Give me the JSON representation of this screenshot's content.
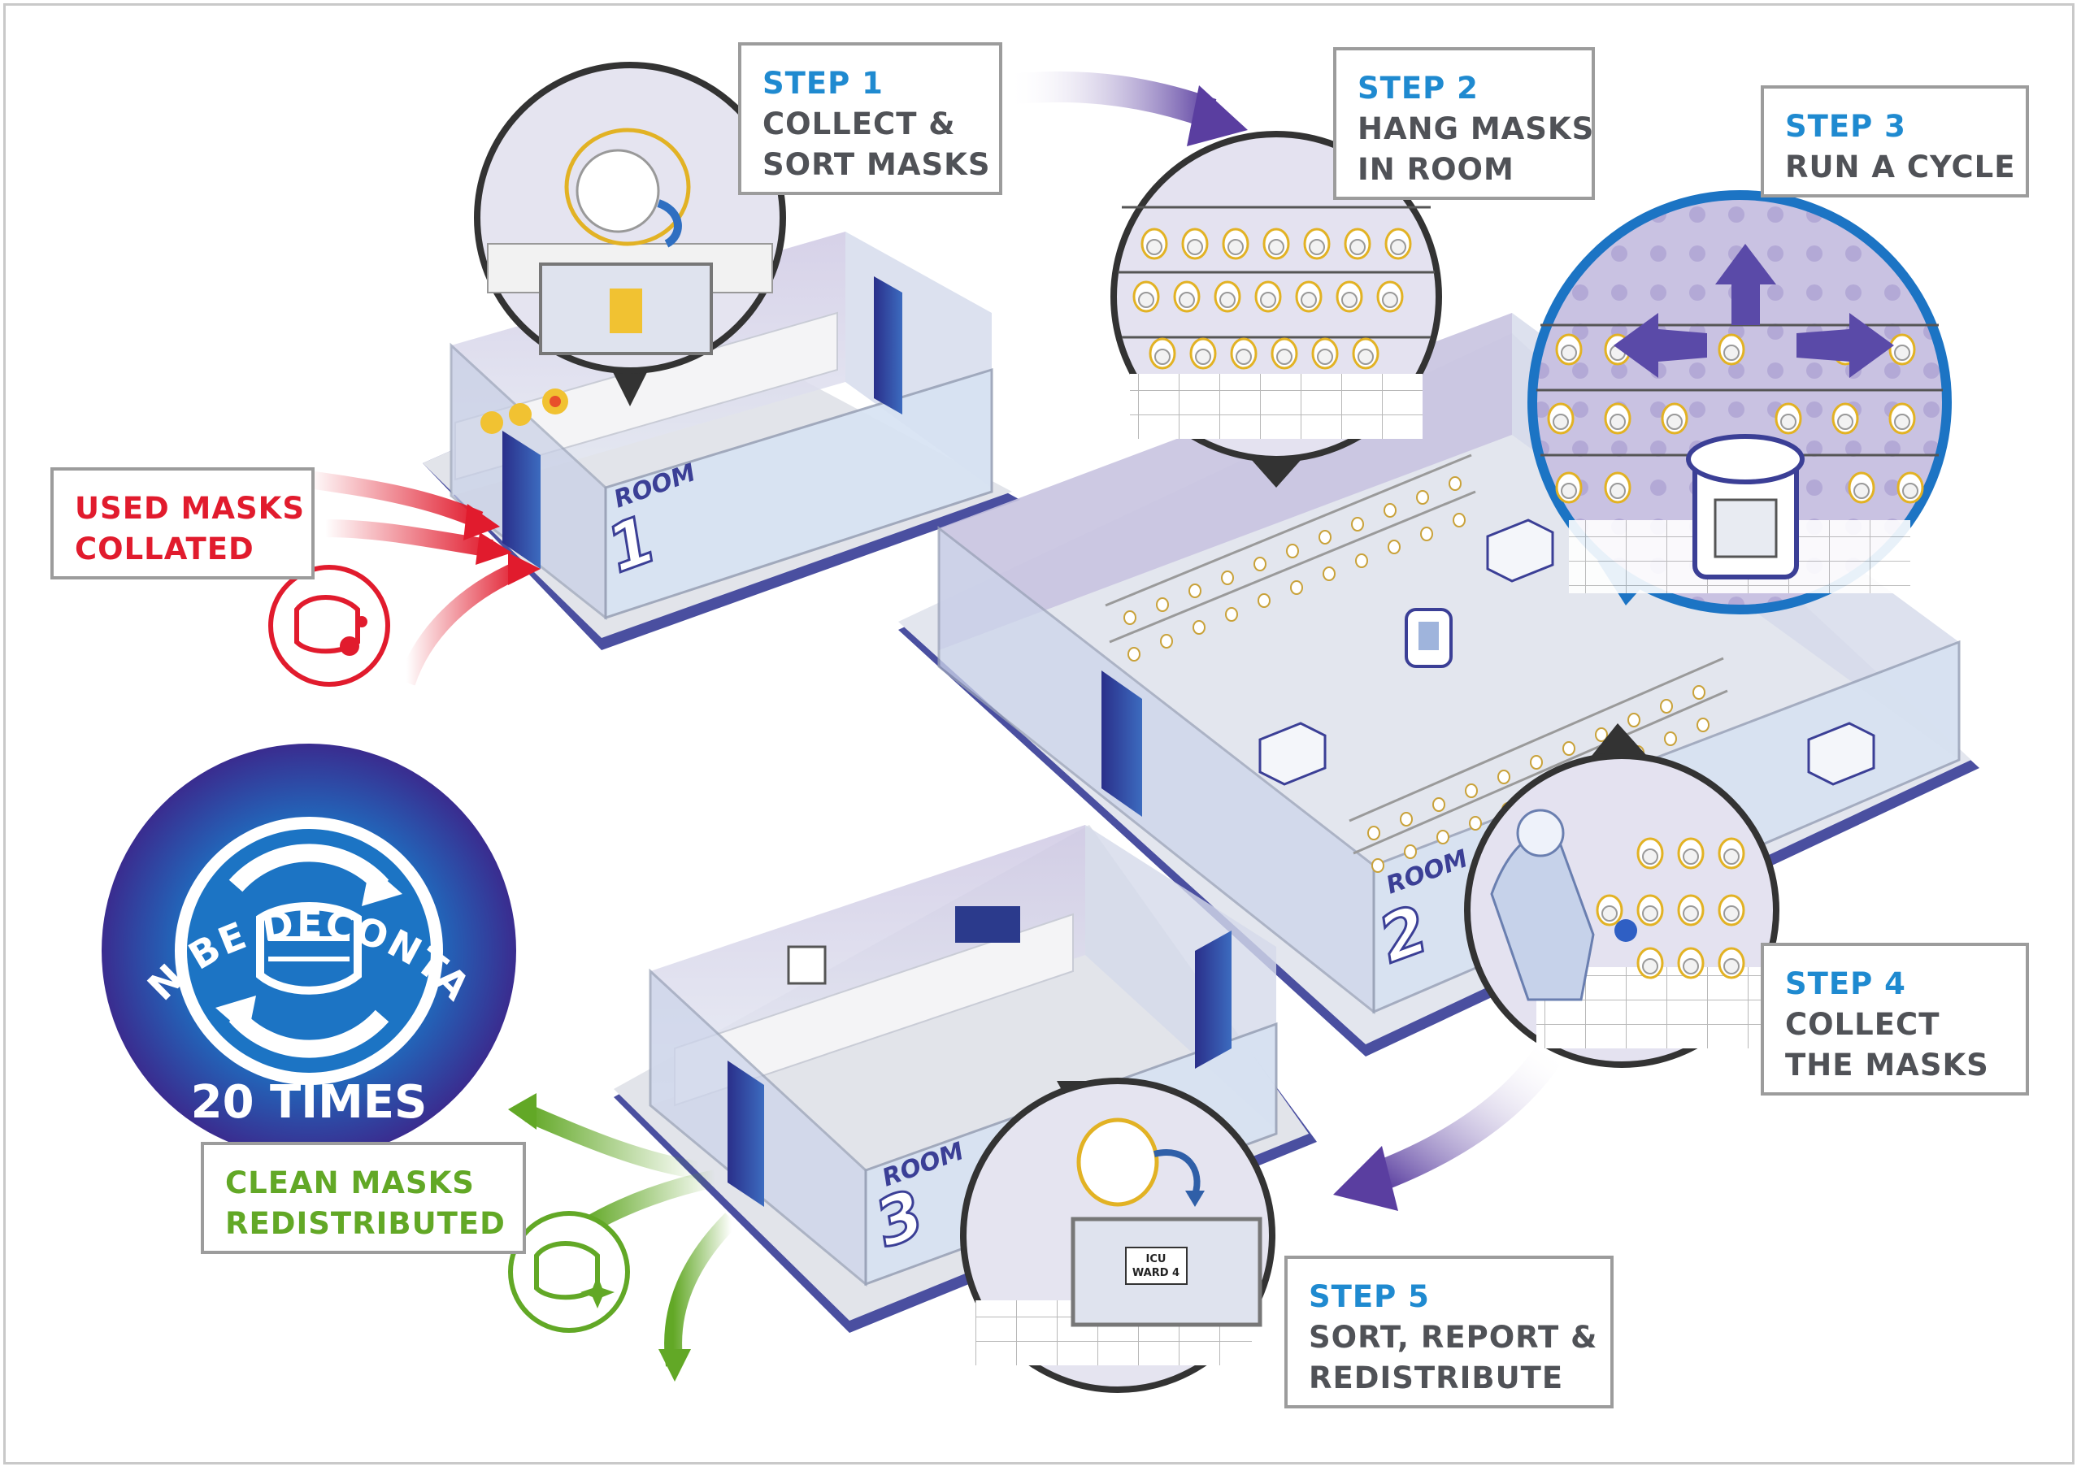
{
  "steps": [
    {
      "step": "STEP 1",
      "lines": [
        "COLLECT &",
        "SORT MASKS"
      ]
    },
    {
      "step": "STEP 2",
      "lines": [
        "HANG MASKS",
        "IN ROOM"
      ]
    },
    {
      "step": "STEP 3",
      "lines": [
        "RUN A CYCLE"
      ]
    },
    {
      "step": "STEP 4",
      "lines": [
        "COLLECT",
        "THE MASKS"
      ]
    },
    {
      "step": "STEP 5",
      "lines": [
        "SORT, REPORT &",
        "REDISTRIBUTE"
      ]
    }
  ],
  "used_masks": {
    "lines": [
      "USED MASKS",
      "COLLATED"
    ],
    "color": "#e11b2d"
  },
  "clean_masks": {
    "lines": [
      "CLEAN MASKS",
      "REDISTRIBUTED"
    ],
    "color": "#62a826"
  },
  "rooms": [
    {
      "label": "ROOM",
      "number": "1"
    },
    {
      "label": "ROOM",
      "number": "2"
    },
    {
      "label": "ROOM",
      "number": "3"
    }
  ],
  "badge": {
    "arc_text": "MASK CAN BE DECONTAMINATED",
    "bottom_text": "20 TIMES",
    "icon": "mask-recycle-icon"
  },
  "bin_label": {
    "lines": [
      "ICU",
      "WARD 4"
    ]
  },
  "colors": {
    "step_blue": "#1f8ad0",
    "text_gray": "#505257",
    "used_red": "#e11b2d",
    "clean_green": "#62a826",
    "room_purple": "#3b3f96",
    "badge_blue": "#1c74c4"
  }
}
